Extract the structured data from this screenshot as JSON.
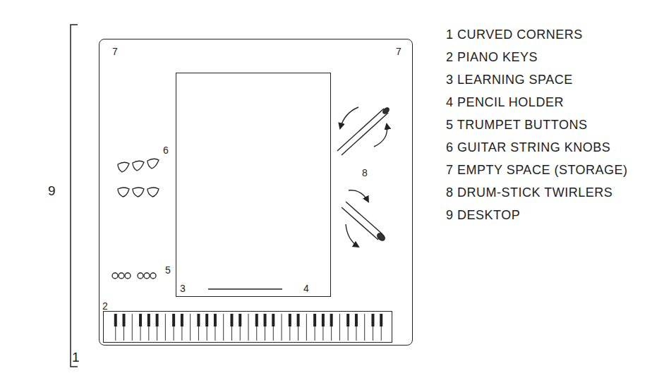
{
  "diagram": {
    "nodes": [
      {
        "text": [
          "7",
          "7",
          "6",
          "5",
          "8"
        ]
      },
      {
        "text": [
          "3",
          "4"
        ],
        "in": 0
      },
      {
        "text": [
          "2"
        ],
        "in": 0
      }
    ],
    "labels": [
      "1",
      "9",
      "1 CURVED CORNERS",
      "2 PIANO KEYS",
      "3 LEARNING SPACE",
      "4 PENCIL HOLDER",
      "5 TRUMPET BUTTONS",
      "6 GUITAR STRING KNOBS",
      "7 EMPTY SPACE (STORAGE)",
      "8 DRUM-STICK TWIRLERS",
      "9 DESKTOP"
    ]
  }
}
